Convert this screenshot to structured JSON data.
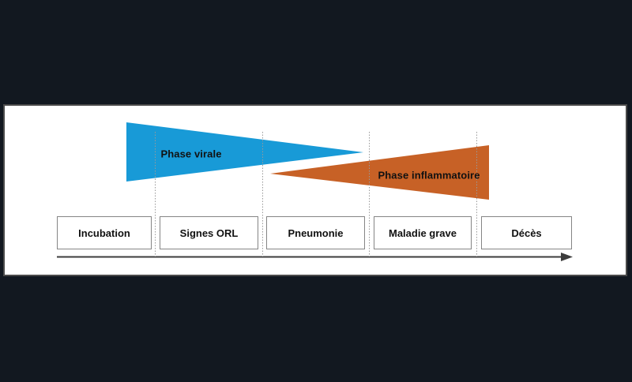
{
  "colors": {
    "background": "#121820",
    "panel": "#ffffff",
    "panel-border": "#4a4a4a",
    "viral": "#189ad7",
    "inflammatory": "#c76126",
    "box-border": "#858585",
    "axis": "#3c3c3c",
    "dotted": "#999999",
    "label": "#111111"
  },
  "figure": {
    "viral_phase_label": "Phase virale",
    "inflammatory_phase_label": "Phase inflammatoire",
    "stages": [
      "Incubation",
      "Signes ORL",
      "Pneumonie",
      "Maladie grave",
      "Décès"
    ]
  }
}
